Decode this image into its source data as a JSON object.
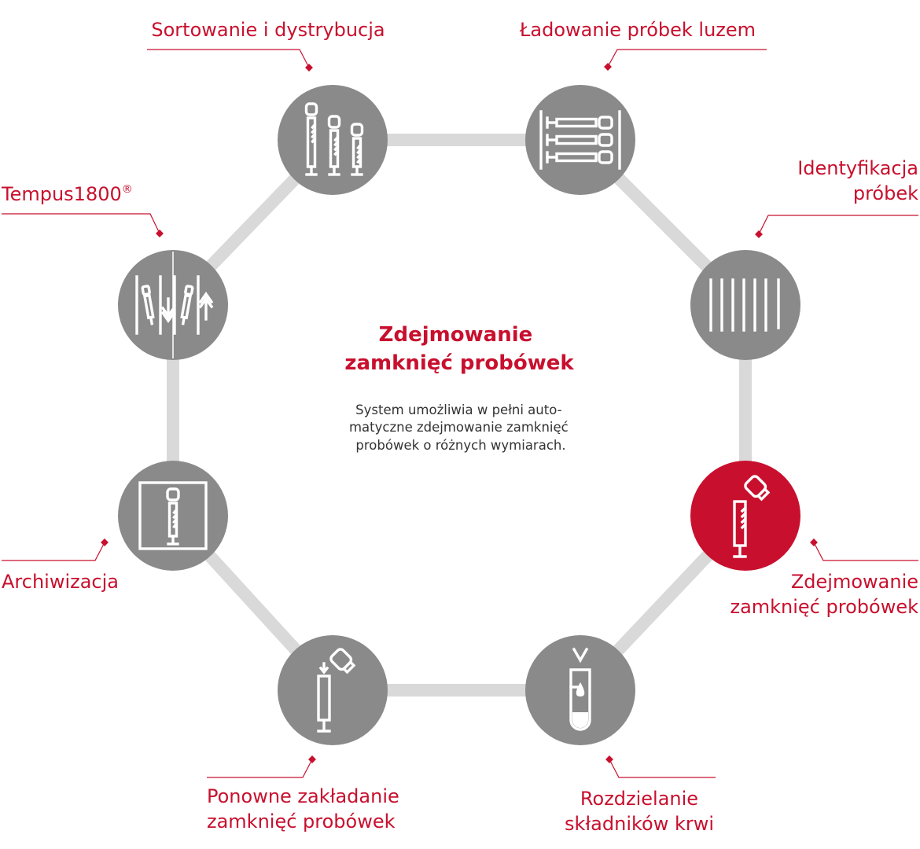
{
  "colors": {
    "accent": "#c8102e",
    "node": "#8a8a8a",
    "connector": "#d9d9d9"
  },
  "center": {
    "title": [
      "Zdejmowanie",
      "zamknięć probówek"
    ],
    "description": [
      "System umożliwia w pełni auto-",
      "matyczne zdejmowanie zamknięć",
      "probówek o różnych wymiarach."
    ]
  },
  "nodes": [
    {
      "id": "sortowanie",
      "label": [
        "Sortowanie i dystrybucja"
      ],
      "icon": "tubes-sorting-icon",
      "active": false
    },
    {
      "id": "ladowanie",
      "label": [
        "Ładowanie próbek luzem"
      ],
      "icon": "bulk-loading-icon",
      "active": false
    },
    {
      "id": "identyfikacja",
      "label": [
        "Identyfikacja",
        "próbek"
      ],
      "icon": "barcode-icon",
      "active": false
    },
    {
      "id": "zdejmowanie",
      "label": [
        "Zdejmowanie",
        "zamknięć probówek"
      ],
      "icon": "decapping-icon",
      "active": true
    },
    {
      "id": "rozdzielanie",
      "label": [
        "Rozdzielanie",
        "składników krwi"
      ],
      "icon": "blood-separation-icon",
      "active": false
    },
    {
      "id": "ponowne",
      "label": [
        "Ponowne zakładanie",
        "zamknięć probówek"
      ],
      "icon": "recapping-icon",
      "active": false
    },
    {
      "id": "archiwizacja",
      "label": [
        "Archiwizacja"
      ],
      "icon": "archive-icon",
      "active": false
    },
    {
      "id": "tempus",
      "label": [
        "Tempus1800"
      ],
      "label_sup": "®",
      "icon": "tempus-transfer-icon",
      "active": false
    }
  ]
}
